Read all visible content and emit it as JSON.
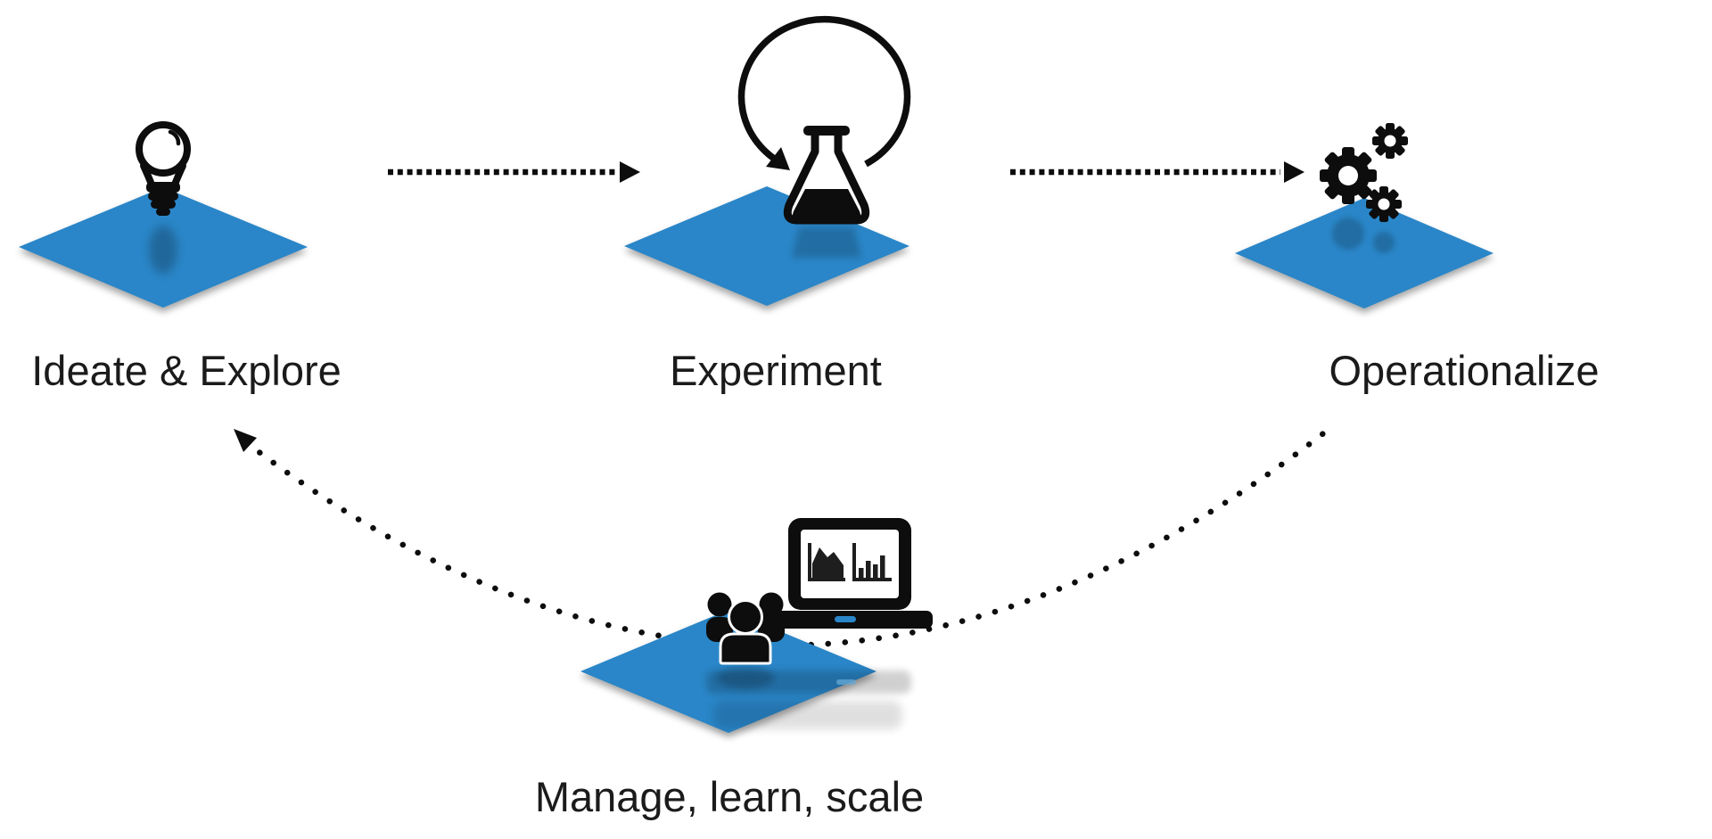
{
  "diagram": {
    "background": "#ffffff",
    "nodes": [
      {
        "id": "ideate",
        "label": "Ideate & Explore",
        "icon": "lightbulb-icon",
        "platform": "blue-diamond"
      },
      {
        "id": "experiment",
        "label": "Experiment",
        "icon": "flask-loop-icon",
        "platform": "blue-diamond"
      },
      {
        "id": "operationalize",
        "label": "Operationalize",
        "icon": "gears-icon",
        "platform": "blue-diamond"
      },
      {
        "id": "manage",
        "label": "Manage, learn, scale",
        "icon": "team-laptop-charts-icon",
        "platform": "blue-diamond"
      }
    ],
    "connectors": [
      {
        "from": "Ideate & Explore",
        "to": "Experiment",
        "style": "dotted-line-solid-arrowhead"
      },
      {
        "from": "Experiment",
        "to": "Operationalize",
        "style": "dotted-line-solid-arrowhead"
      },
      {
        "from": "Operationalize",
        "to": "Ideate & Explore",
        "via": "Manage, learn, scale",
        "style": "dotted-curve-solid-arrowhead"
      }
    ],
    "colors": {
      "platform_blue": "#2a86c8",
      "icon_black": "#0d0d0d",
      "text": "#1b1b1b",
      "background": "#ffffff"
    }
  }
}
